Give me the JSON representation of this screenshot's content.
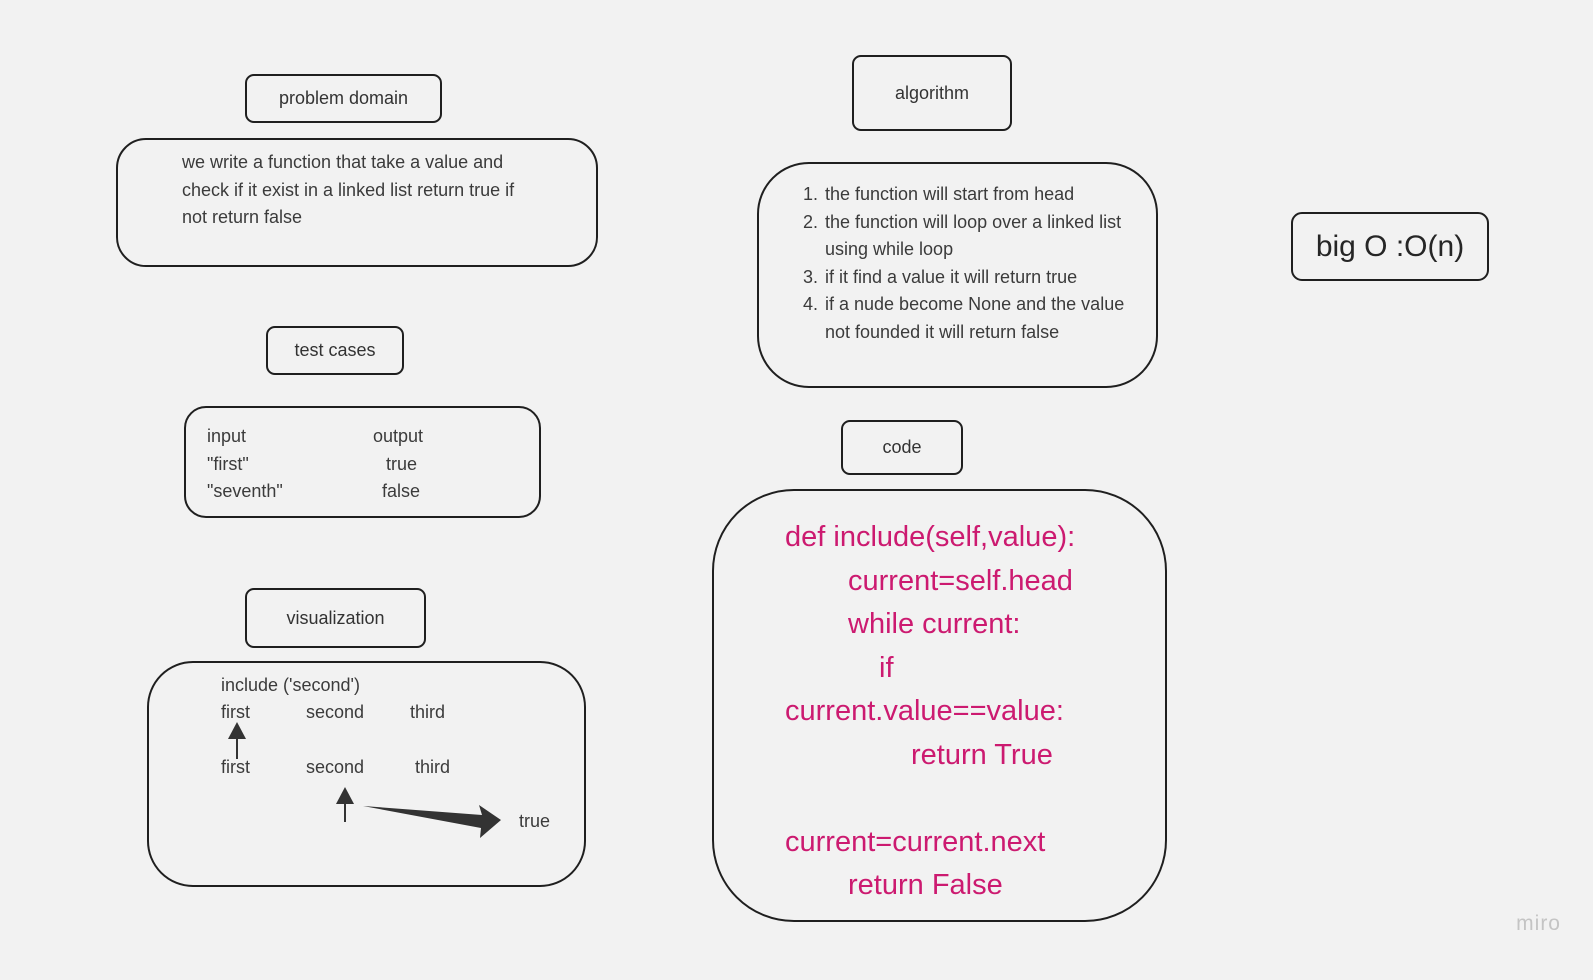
{
  "problem_domain": {
    "title": "problem domain",
    "lines": [
      "we write a function that take a value and",
      "check if it exist in a linked list return true if",
      "not return false"
    ]
  },
  "test_cases": {
    "title": "test cases",
    "header_input": "input",
    "header_output": "output",
    "rows": [
      {
        "input": "\"first\"",
        "output": "true"
      },
      {
        "input": "\"seventh\"",
        "output": "false"
      }
    ]
  },
  "visualization": {
    "title": "visualization",
    "call": "include ('second')",
    "row1": [
      "first",
      "second",
      "third"
    ],
    "row2": [
      "first",
      "second",
      "third"
    ],
    "result": "true"
  },
  "algorithm": {
    "title": "algorithm",
    "steps": [
      "the function will start from head",
      "the function will loop over a linked list using while loop",
      "if it find a value it will return true",
      "if a nude become None and the value not founded  it will return false"
    ]
  },
  "code": {
    "title": "code",
    "lines": [
      "def include(self,value):",
      "current=self.head",
      "while current:",
      "if",
      "current.value==value:",
      "return True",
      "",
      "current=current.next",
      "return False"
    ],
    "color": "#cc1a70"
  },
  "big_o": {
    "text": "big O :O(n)"
  },
  "watermark": "miro",
  "colors": {
    "background": "#f2f2f2",
    "border": "#1f1f1f",
    "code": "#cc1a70"
  }
}
